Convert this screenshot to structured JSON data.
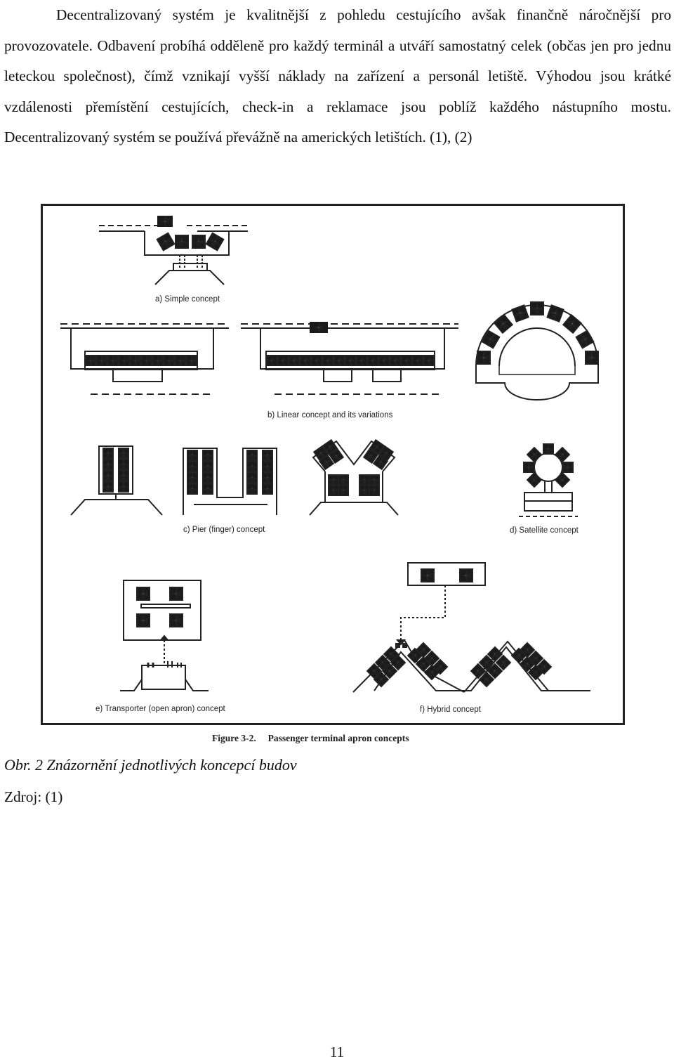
{
  "paragraph": {
    "first_line": "Decentralizovaný systém je kvalitnější z pohledu cestujícího avšak finančně náročnější",
    "rest": "pro provozovatele. Odbavení probíhá odděleně pro každý terminál a utváří samostatný celek (občas jen pro jednu leteckou společnost), čímž vznikají vyšší náklady na zařízení a personál letiště. Výhodou jsou krátké vzdálenosti přemístění cestujících, check-in a reklamace jsou poblíž každého nástupního mostu. Decentralizovaný systém se používá převážně na amerických letištích. (1), (2)"
  },
  "figure": {
    "labels": {
      "a": "a) Simple concept",
      "b": "b) Linear concept and its variations",
      "c": "c) Pier (finger) concept",
      "d": "d) Satellite concept",
      "e": "e) Transporter (open apron) concept",
      "f": "f) Hybrid concept"
    },
    "title": "Figure 3-2.     Passenger terminal apron concepts",
    "icon": "airplane-icon"
  },
  "caption": "Obr. 2 Znázornění jednotlivých koncepcí budov",
  "source": "Zdroj: (1)",
  "page_number": "11"
}
